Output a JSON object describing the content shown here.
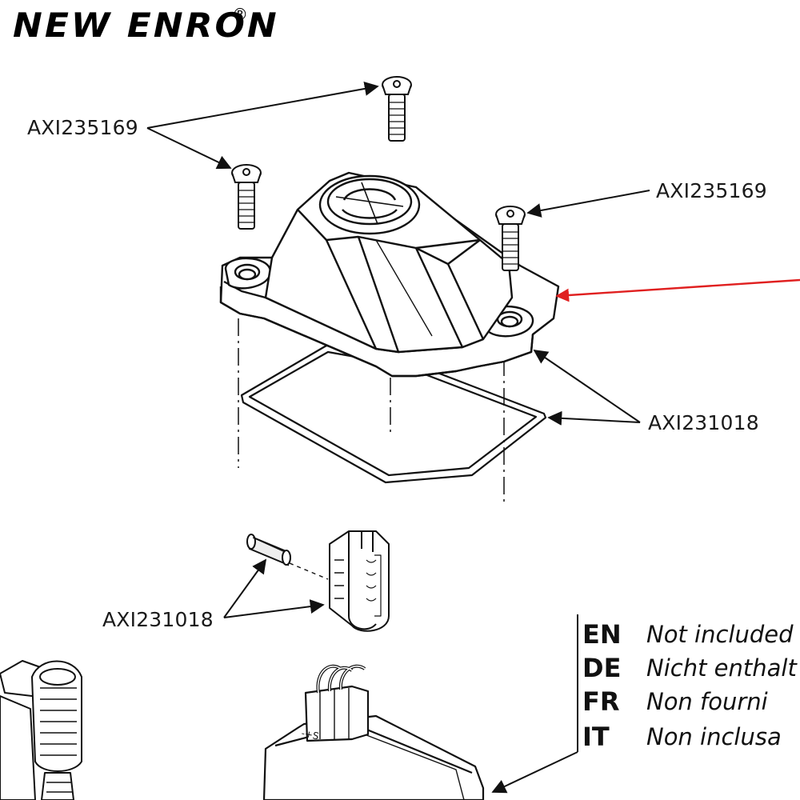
{
  "brand": {
    "name": "NEW ENRON",
    "registered_mark": "®"
  },
  "callouts": {
    "screw_top_left": "AXI235169",
    "screw_right": "AXI235169",
    "gasket_right": "AXI231018",
    "connector_left": "AXI231018"
  },
  "legend": {
    "items": [
      {
        "code": "EN",
        "text": "Not included"
      },
      {
        "code": "DE",
        "text": "Nicht enthalt"
      },
      {
        "code": "FR",
        "text": "Non fourni"
      },
      {
        "code": "IT",
        "text": "Non inclusa"
      }
    ]
  },
  "colors": {
    "line": "#111111",
    "leader_arrow": "#111111",
    "highlight_arrow": "#e02020"
  }
}
